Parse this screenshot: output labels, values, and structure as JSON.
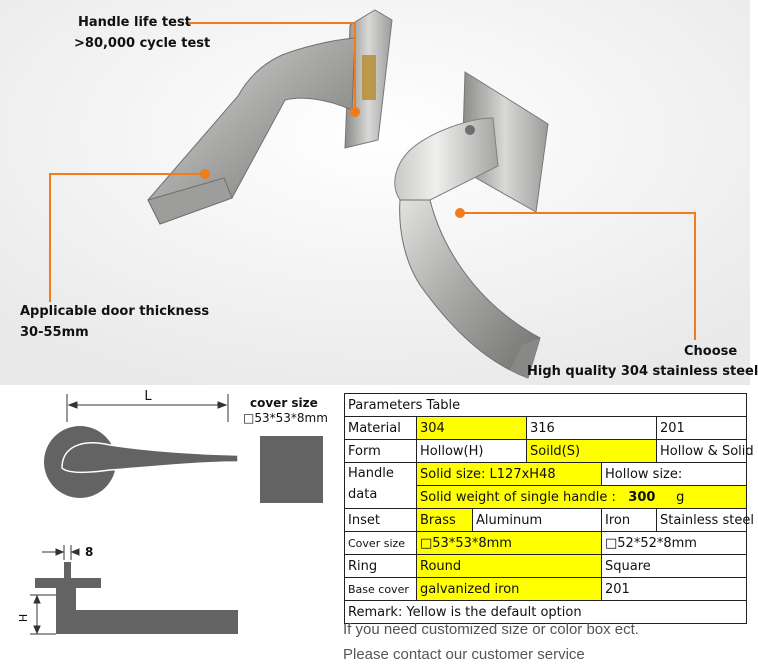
{
  "callouts": {
    "life_test_title": "Handle life test",
    "life_test_value": ">80,000 cycle test",
    "door_thickness_title": "Applicable door thickness",
    "door_thickness_value": "30-55mm",
    "quality_title": "Choose",
    "quality_value": "High quality 304 stainless steel"
  },
  "drawing": {
    "length_label": "L",
    "cover_size_title": "cover size",
    "cover_size_value": "□53*53*8mm",
    "thickness_label": "8",
    "height_label": "H"
  },
  "table": {
    "title": "Parameters Table",
    "material_label": "Material",
    "material_opt1": "304",
    "material_opt2": "316",
    "material_opt3": "201",
    "form_label": "Form",
    "form_opt1": "Hollow(H)",
    "form_opt2": "Soild(S)",
    "form_opt3": "Hollow & Solid",
    "handle_label_line1": "Handle",
    "handle_label_line2": "data",
    "solid_size": "Solid size: L127xH48",
    "hollow_size": "Hollow size:",
    "solid_weight_label": "Solid weight of single handle :",
    "solid_weight_value": "300",
    "solid_weight_unit": "g",
    "inset_label": "Inset",
    "inset_opt1": "Brass",
    "inset_opt2": "Aluminum",
    "inset_opt3": "Iron",
    "inset_opt4": "Stainless steel",
    "cover_label": "Cover size",
    "cover_opt1": "□53*53*8mm",
    "cover_opt2": "□52*52*8mm",
    "ring_label": "Ring",
    "ring_opt1": "Round",
    "ring_opt2": "Square",
    "base_cover_label": "Base cover",
    "base_opt1": "galvanized iron",
    "base_opt2": "201",
    "remark": "Remark: Yellow is the default option"
  },
  "footer": {
    "line1": "If you need customized size or color box ect.",
    "line2": "Please contact our customer service"
  },
  "colors": {
    "accent_orange": "#f07c1a",
    "default_yellow": "#ffff00",
    "steel_gray": "#636363"
  }
}
